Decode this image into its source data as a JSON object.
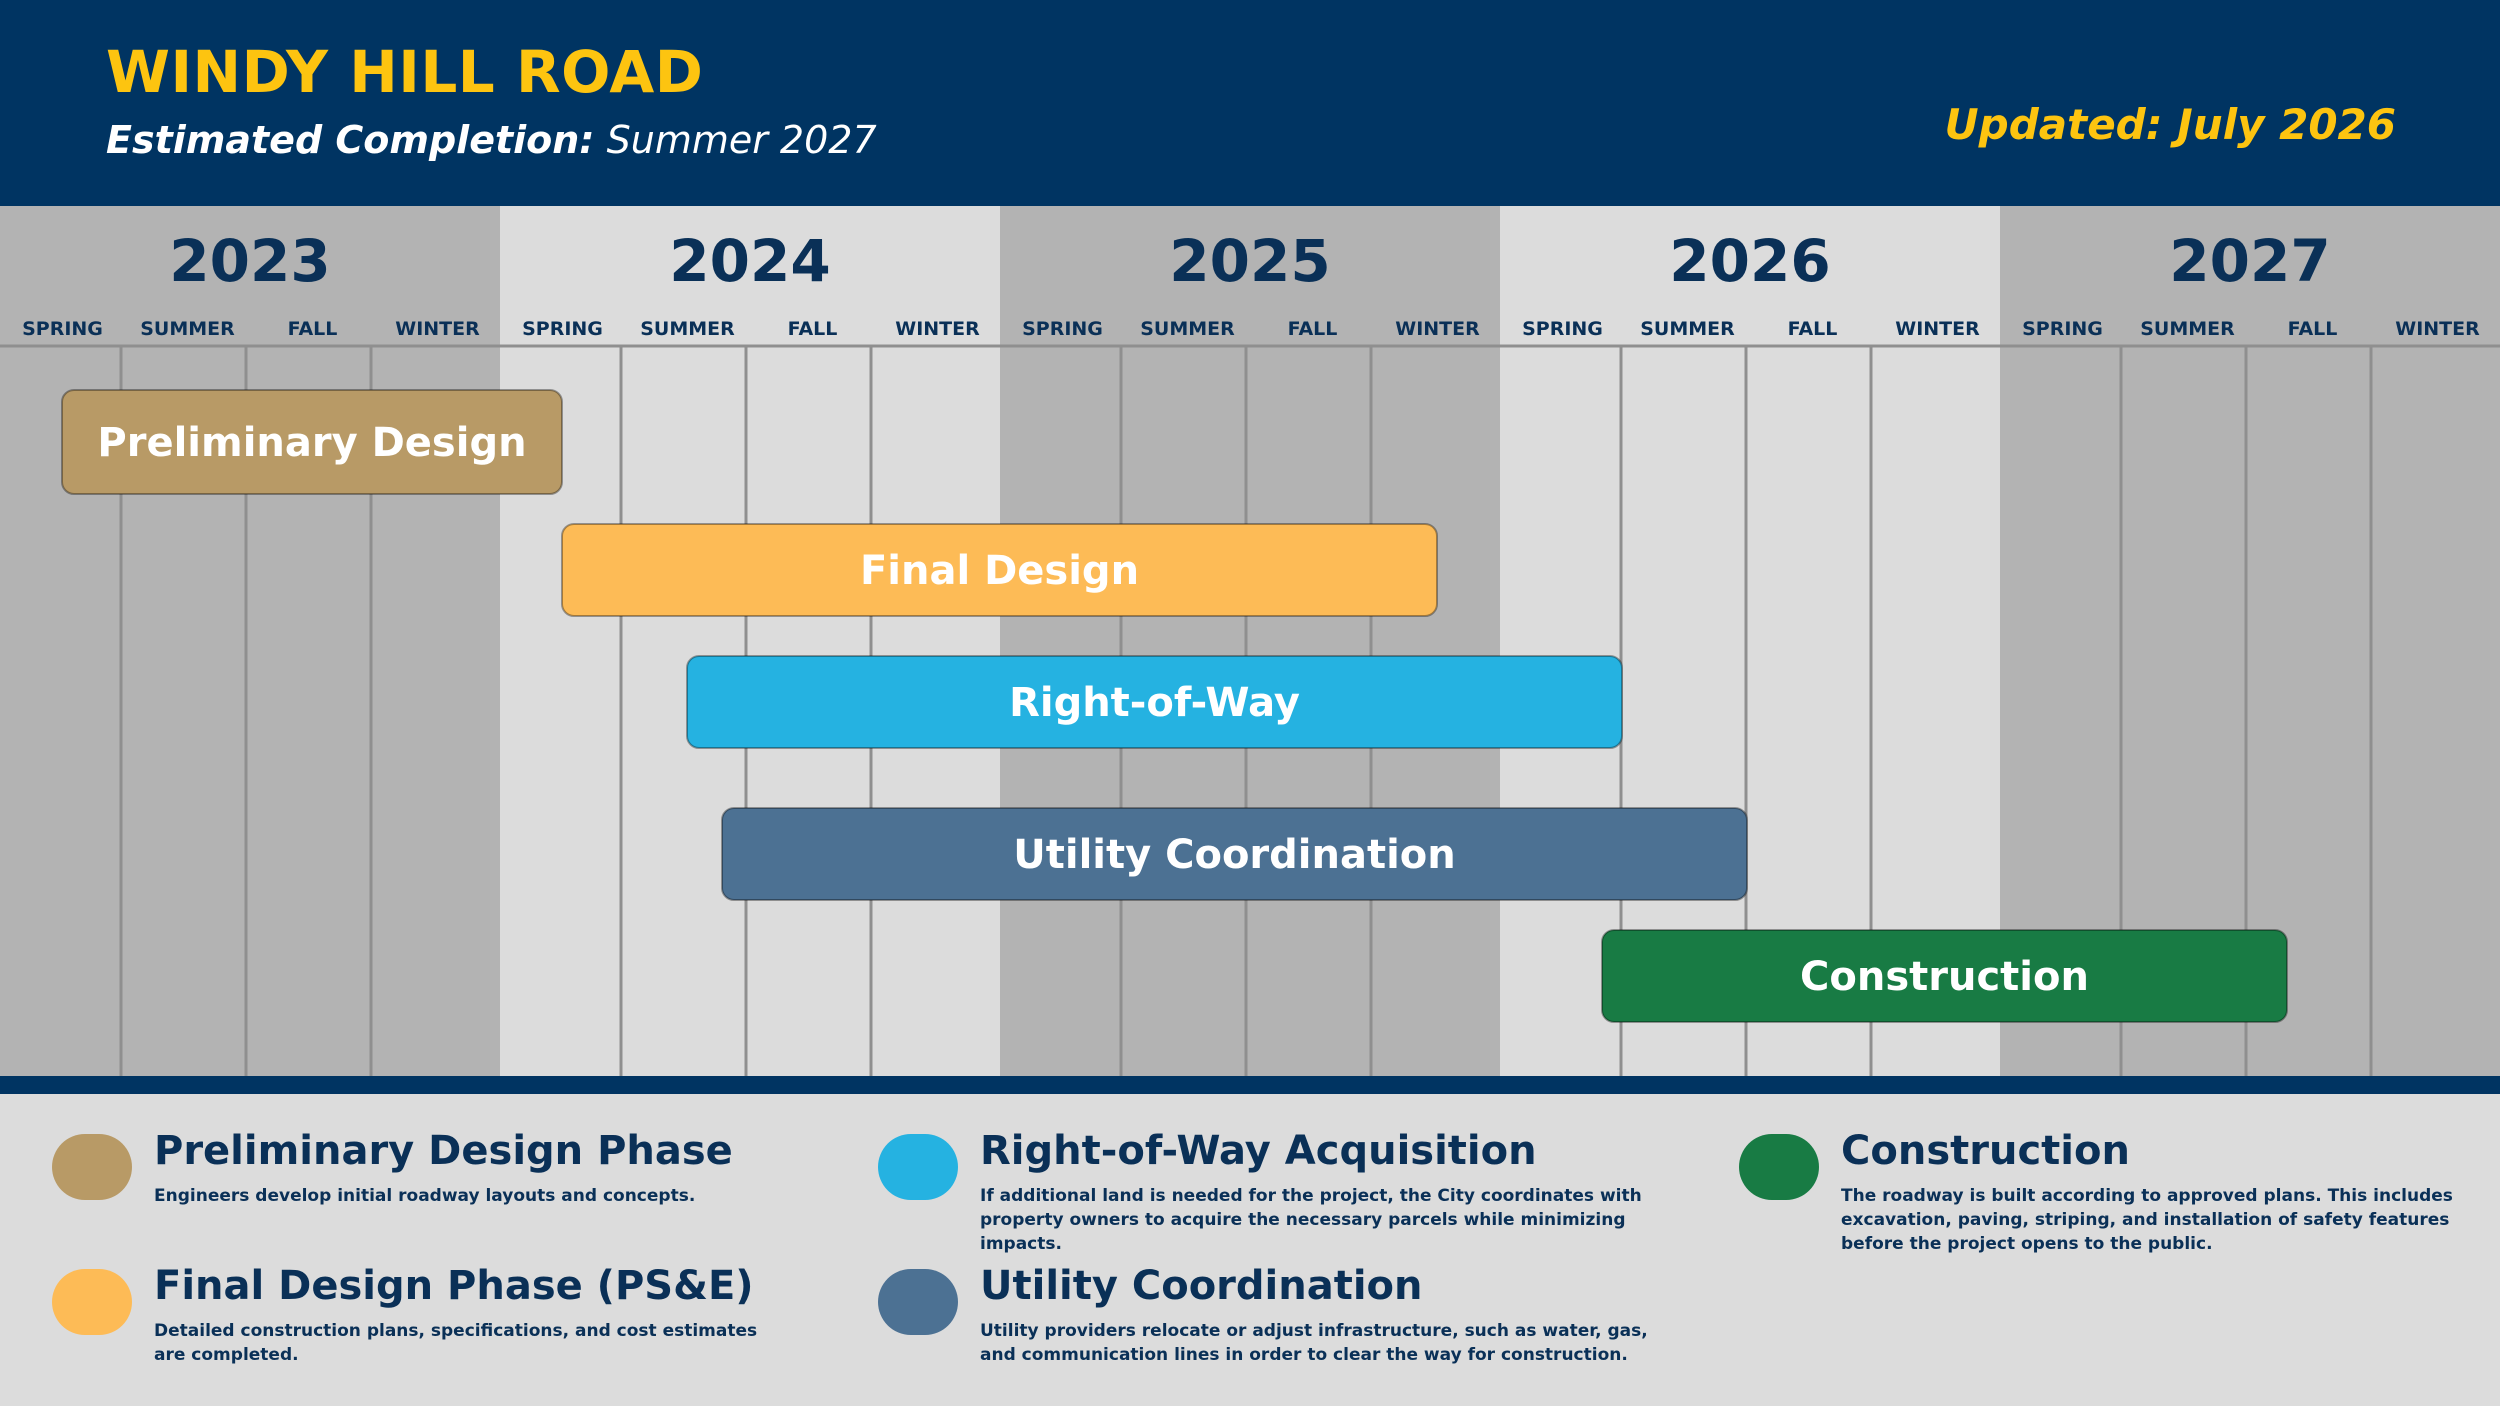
{
  "header": {
    "title": "WINDY HILL ROAD",
    "completion_label": "Estimated Completion:",
    "completion_value": "Summer 2027",
    "updated": "Updated: July 2026"
  },
  "colors": {
    "header_bg": "#003462",
    "accent_yellow": "#fdc410",
    "band_dark": "#b3b3b3",
    "band_light": "#dcdcdc",
    "text_dark": "#0a3057"
  },
  "chart_data": {
    "type": "gantt",
    "years": [
      "2023",
      "2024",
      "2025",
      "2026",
      "2027"
    ],
    "seasons": [
      "SPRING",
      "SUMMER",
      "FALL",
      "WINTER"
    ],
    "tasks": [
      {
        "name": "Preliminary Design",
        "start": 2023.0,
        "end": 2024.0,
        "color": "#b89a66"
      },
      {
        "name": "Final Design",
        "start": 2024.0,
        "end": 2025.75,
        "color": "#fdbb56"
      },
      {
        "name": "Right-of-Way",
        "start": 2024.25,
        "end": 2026.12,
        "color": "#25b2e1"
      },
      {
        "name": "Utility Coordination",
        "start": 2024.32,
        "end": 2026.37,
        "color": "#4c7193"
      },
      {
        "name": "Construction",
        "start": 2026.08,
        "end": 2027.45,
        "color": "#187b44"
      }
    ]
  },
  "legend": {
    "items": [
      {
        "title": "Preliminary Design Phase",
        "desc": "Engineers develop initial roadway layouts and concepts.",
        "color": "#b89a66"
      },
      {
        "title": "Final Design Phase (PS&E)",
        "desc": "Detailed construction plans, specifications, and cost estimates are completed.",
        "color": "#fdbb56"
      },
      {
        "title": "Right-of-Way Acquisition",
        "desc": "If additional land is needed for the project, the City coordinates with property owners to acquire the necessary parcels while minimizing impacts.",
        "color": "#25b2e1"
      },
      {
        "title": "Utility Coordination",
        "desc": "Utility providers relocate or adjust infrastructure, such as water, gas, and communication lines in order to clear the way for construction.",
        "color": "#4c7193"
      },
      {
        "title": "Construction",
        "desc": "The roadway is built according to approved plans. This includes excavation, paving, striping, and installation of safety features before the project opens to the public.",
        "color": "#187b44"
      }
    ]
  }
}
